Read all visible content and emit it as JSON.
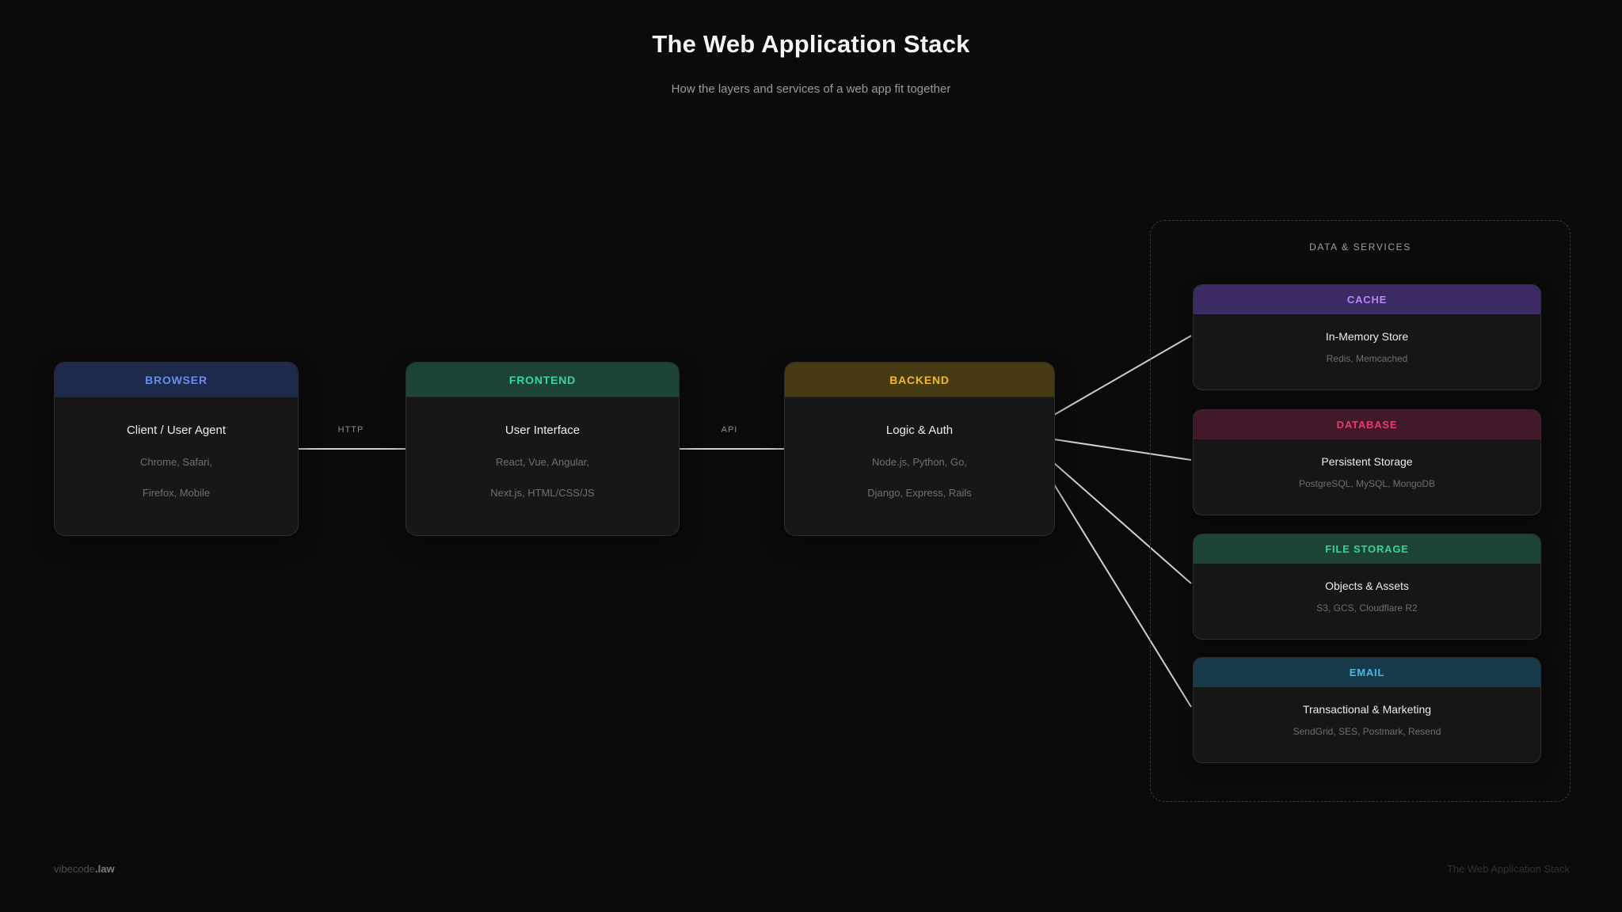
{
  "page": {
    "title": "The Web Application Stack",
    "subtitle": "How the layers and services of a web app fit together",
    "background": "#0b0b0b",
    "wire_color": "#cfcfcf"
  },
  "nodes": [
    {
      "id": "browser",
      "label": "BROWSER",
      "title": "Client / User Agent",
      "sub1": "Chrome, Safari,",
      "sub2": "Firefox, Mobile",
      "header_bg": "#1e2a4b",
      "header_color": "#6a8de8"
    },
    {
      "id": "frontend",
      "label": "FRONTEND",
      "title": "User Interface",
      "sub1": "React, Vue, Angular,",
      "sub2": "Next.js, HTML/CSS/JS",
      "header_bg": "#1d4336",
      "header_color": "#35d6a0"
    },
    {
      "id": "backend",
      "label": "BACKEND",
      "title": "Logic & Auth",
      "sub1": "Node.js, Python, Go,",
      "sub2": "Django, Express, Rails",
      "header_bg": "#463a14",
      "header_color": "#f0b929"
    }
  ],
  "connectors": [
    {
      "label": "HTTP"
    },
    {
      "label": "API"
    }
  ],
  "services_panel": {
    "label": "DATA & SERVICES",
    "cards": [
      {
        "id": "cache",
        "label": "CACHE",
        "title": "In-Memory Store",
        "sub": "Redis, Memcached",
        "header_bg": "#3c2a63",
        "header_color": "#b38af2"
      },
      {
        "id": "database",
        "label": "DATABASE",
        "title": "Persistent Storage",
        "sub": "PostgreSQL, MySQL, MongoDB",
        "header_bg": "#42182b",
        "header_color": "#e63d6f"
      },
      {
        "id": "file-storage",
        "label": "FILE STORAGE",
        "title": "Objects & Assets",
        "sub": "S3, GCS, Cloudflare R2",
        "header_bg": "#1c4334",
        "header_color": "#33d695"
      },
      {
        "id": "email",
        "label": "EMAIL",
        "title": "Transactional & Marketing",
        "sub": "SendGrid, SES, Postmark, Resend",
        "header_bg": "#173b4a",
        "header_color": "#43bbe8"
      }
    ]
  },
  "footer": {
    "brand_prefix": "vibecode",
    "brand_suffix": ".law",
    "right_text": "The Web Application Stack"
  }
}
